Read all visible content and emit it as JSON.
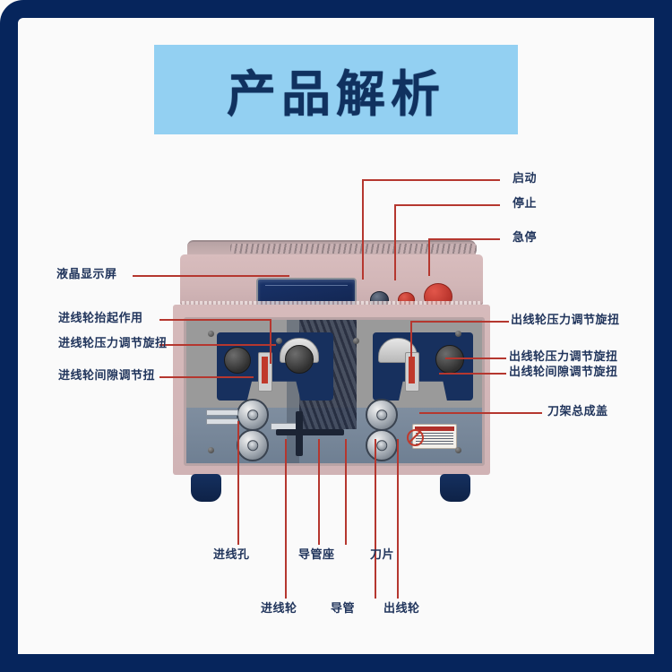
{
  "banner": {
    "title": "产品解析"
  },
  "colors": {
    "frame": "#06255c",
    "banner_bg": "#93d0f2",
    "title_text": "#10315f",
    "leader_line": "#b5372f",
    "label_text": "#21355c",
    "page_bg": "#fafafa"
  },
  "labels": {
    "left": [
      {
        "id": "lcd-screen",
        "text": "液晶显示屏"
      },
      {
        "id": "feed-wheel-lift",
        "text": "进线轮抬起作用"
      },
      {
        "id": "feed-wheel-pressure",
        "text": "进线轮压力调节旋扭"
      },
      {
        "id": "feed-wheel-gap",
        "text": "进线轮间隙调节扭"
      }
    ],
    "right": [
      {
        "id": "start-button",
        "text": "启动"
      },
      {
        "id": "stop-button",
        "text": "停止"
      },
      {
        "id": "emergency-stop",
        "text": "急停"
      },
      {
        "id": "out-wheel-pressure-top",
        "text": "出线轮压力调节旋扭"
      },
      {
        "id": "out-wheel-pressure",
        "text": "出线轮压力调节旋扭"
      },
      {
        "id": "out-wheel-gap",
        "text": "出线轮间隙调节旋扭"
      },
      {
        "id": "blade-holder-cover",
        "text": "刀架总成盖"
      }
    ],
    "bottom_row1": [
      {
        "id": "wire-inlet-hole",
        "text": "进线孔"
      },
      {
        "id": "tube-seat",
        "text": "导管座"
      },
      {
        "id": "blade",
        "text": "刀片"
      }
    ],
    "bottom_row2": [
      {
        "id": "feed-wheel",
        "text": "进线轮"
      },
      {
        "id": "guide-tube",
        "text": "导管"
      },
      {
        "id": "out-wheel",
        "text": "出线轮"
      }
    ]
  },
  "machine": {
    "name": "wire-stripping-machine",
    "parts": {
      "lcd": "液晶显示屏",
      "start_button": "启动",
      "stop_button": "停止",
      "emergency_stop": "急停"
    }
  }
}
